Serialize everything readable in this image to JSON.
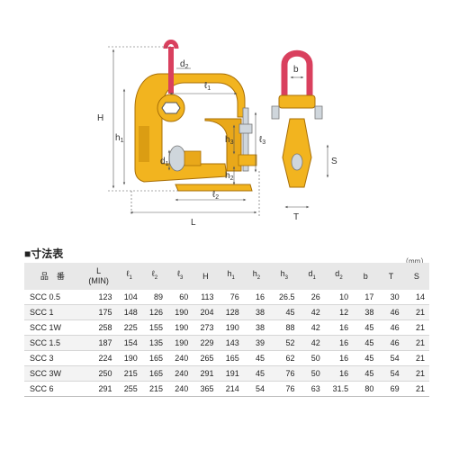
{
  "drawing": {
    "labels": {
      "H": "H",
      "h1_base": "h",
      "h1_sub": "1",
      "L": "L",
      "l1_base": "ℓ",
      "l1_sub": "1",
      "l2_base": "ℓ",
      "l2_sub": "2",
      "l3_base": "ℓ",
      "l3_sub": "3",
      "d1_base": "d",
      "d1_sub": "1",
      "d2_base": "d",
      "d2_sub": "2",
      "h2_base": "h",
      "h2_sub": "2",
      "h3_base": "h",
      "h3_sub": "3",
      "b": "b",
      "S": "S",
      "T": "T"
    },
    "colors": {
      "body": "#f2b41f",
      "body_dark": "#c98a0a",
      "shackle": "#d9405e",
      "metal": "#cfd6dc"
    }
  },
  "table": {
    "title": "■寸法表",
    "unit": "（mm）",
    "headers": [
      {
        "base": "品　番",
        "sub": ""
      },
      {
        "base": "L",
        "line2": "(MIN)",
        "sub": ""
      },
      {
        "base": "ℓ",
        "sub": "1"
      },
      {
        "base": "ℓ",
        "sub": "2"
      },
      {
        "base": "ℓ",
        "sub": "3"
      },
      {
        "base": "H",
        "sub": ""
      },
      {
        "base": "h",
        "sub": "1"
      },
      {
        "base": "h",
        "sub": "2"
      },
      {
        "base": "h",
        "sub": "3"
      },
      {
        "base": "d",
        "sub": "1"
      },
      {
        "base": "d",
        "sub": "2"
      },
      {
        "base": "b",
        "sub": ""
      },
      {
        "base": "T",
        "sub": ""
      },
      {
        "base": "S",
        "sub": ""
      }
    ],
    "rows": [
      [
        "SCC 0.5",
        "123",
        "104",
        "89",
        "60",
        "113",
        "76",
        "16",
        "26.5",
        "26",
        "10",
        "17",
        "30",
        "14"
      ],
      [
        "SCC 1",
        "175",
        "148",
        "126",
        "190",
        "204",
        "128",
        "38",
        "45",
        "42",
        "12",
        "38",
        "46",
        "21"
      ],
      [
        "SCC 1W",
        "258",
        "225",
        "155",
        "190",
        "273",
        "190",
        "38",
        "88",
        "42",
        "16",
        "45",
        "46",
        "21"
      ],
      [
        "SCC 1.5",
        "187",
        "154",
        "135",
        "190",
        "229",
        "143",
        "39",
        "52",
        "42",
        "16",
        "45",
        "46",
        "21"
      ],
      [
        "SCC 3",
        "224",
        "190",
        "165",
        "240",
        "265",
        "165",
        "45",
        "62",
        "50",
        "16",
        "45",
        "54",
        "21"
      ],
      [
        "SCC 3W",
        "250",
        "215",
        "165",
        "240",
        "291",
        "191",
        "45",
        "76",
        "50",
        "16",
        "45",
        "54",
        "21"
      ],
      [
        "SCC 6",
        "291",
        "255",
        "215",
        "240",
        "365",
        "214",
        "54",
        "76",
        "63",
        "31.5",
        "80",
        "69",
        "21"
      ]
    ]
  }
}
